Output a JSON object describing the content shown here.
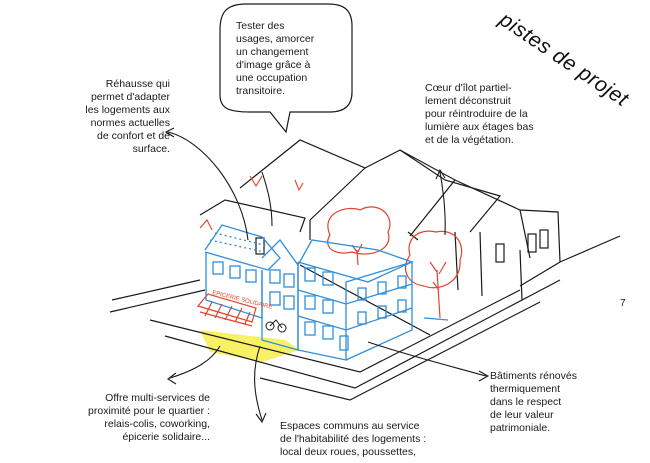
{
  "page": {
    "title": "pistes de projet",
    "page_number": "7"
  },
  "notes": {
    "bubble": "Tester des\nusages, amorcer\nun changement\nd'image grâce à\nune occupation\ntransitoire.",
    "raise": "Réhausse qui\npermet d'adapter\nles logements aux\nnormes actuelles\nde confort et de\nsurface.",
    "courtyard": "Cœur d'îlot partiel-\nlement déconstruit\npour réintroduire de la\nlumière aux étages bas\net de la végétation.",
    "renovated": "Bâtiments rénovés\nthermiquement\ndans le respect\nde leur valeur\npatrimoniale.",
    "services": "Offre multi-services de\nproximité pour le quartier :\nrelais-colis, coworking,\népicerie solidaire...",
    "common": "Espaces communs au service\nde l'habitabilité des logements :\nlocal deux roues, poussettes,"
  },
  "sketch": {
    "shop_sign": "EPICERIE SOLIDAIRE"
  },
  "colors": {
    "line": "#1a1a1a",
    "blue": "#2f8fd8",
    "red": "#e0442c",
    "yellow": "#f7ef55"
  }
}
